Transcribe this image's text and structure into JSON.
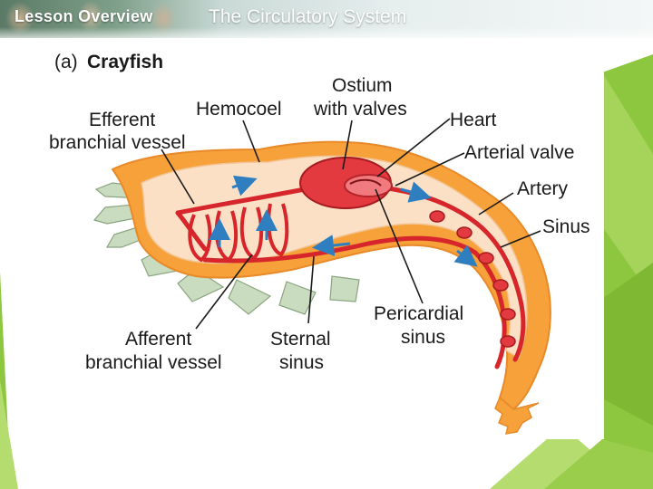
{
  "header": {
    "lesson_label": "Lesson Overview",
    "slide_title": "The Circulatory System"
  },
  "figure": {
    "panel_label": "(a)",
    "title": "Crayfish",
    "labels": {
      "efferent_line1": "Efferent",
      "efferent_line2": "branchial vessel",
      "hemocoel": "Hemocoel",
      "ostium_line1": "Ostium",
      "ostium_line2": "with valves",
      "heart": "Heart",
      "arterial_valve": "Arterial valve",
      "artery": "Artery",
      "sinus": "Sinus",
      "pericardial_line1": "Pericardial",
      "pericardial_line2": "sinus",
      "sternal_line1": "Sternal",
      "sternal_line2": "sinus",
      "afferent_line1": "Afferent",
      "afferent_line2": "branchial vessel"
    }
  },
  "colors": {
    "accent_green": "#8dc63f",
    "accent_green_light": "#b5dc6e",
    "body_orange": "#f6a13a",
    "body_inner": "#fbe0c6",
    "vessel_red": "#d6262b",
    "heart_red": "#e23a3f",
    "flow_blue": "#2f7fc0",
    "gill_green": "#c9dcc0"
  }
}
